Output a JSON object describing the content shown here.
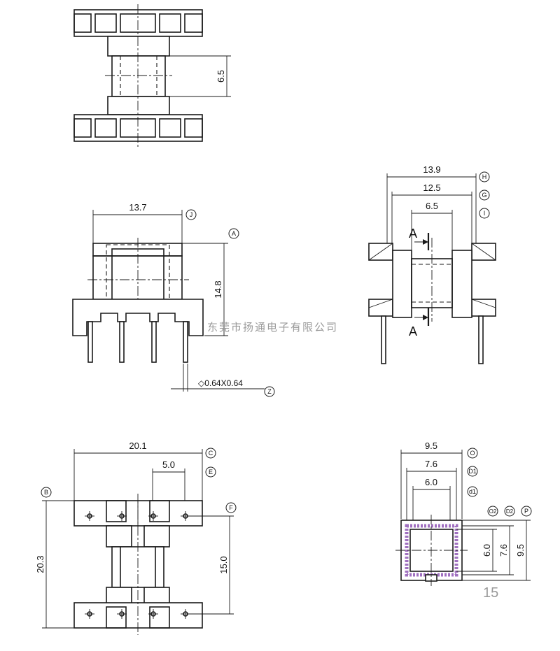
{
  "top_view": {
    "dims": {
      "height": "6.5"
    }
  },
  "front_view": {
    "dims": {
      "width": "13.7",
      "height": "14.8",
      "pin": "◇0.64X0.64"
    },
    "labels": {
      "j": "J",
      "a": "A",
      "z": "Z"
    }
  },
  "side_view": {
    "dims": {
      "outer": "13.9",
      "middle": "12.5",
      "inner": "6.5"
    },
    "labels": {
      "h": "H",
      "g": "G",
      "i": "I"
    },
    "section_label": "A"
  },
  "bottom_view": {
    "dims": {
      "width": "20.1",
      "pitch": "5.0",
      "depth": "20.3",
      "span": "15.0"
    },
    "labels": {
      "b": "B",
      "c": "C",
      "e": "E",
      "f": "F"
    }
  },
  "section_view": {
    "dims": {
      "outer_w": "9.5",
      "mid_w": "7.6",
      "inner_w": "6.0",
      "inner_h": "6.0",
      "mid_h": "7.6",
      "outer_h": "9.5"
    },
    "labels": {
      "o": "O",
      "d1": "D1",
      "d1s": "d1",
      "o2": "O2",
      "d2": "D2",
      "p": "P"
    }
  },
  "watermark": "东莞市扬通电子有限公司",
  "page_number": "15",
  "colors": {
    "line": "#1a1a1a",
    "winding_hatch": "#a070c0",
    "watermark": "#9a9a9a"
  }
}
